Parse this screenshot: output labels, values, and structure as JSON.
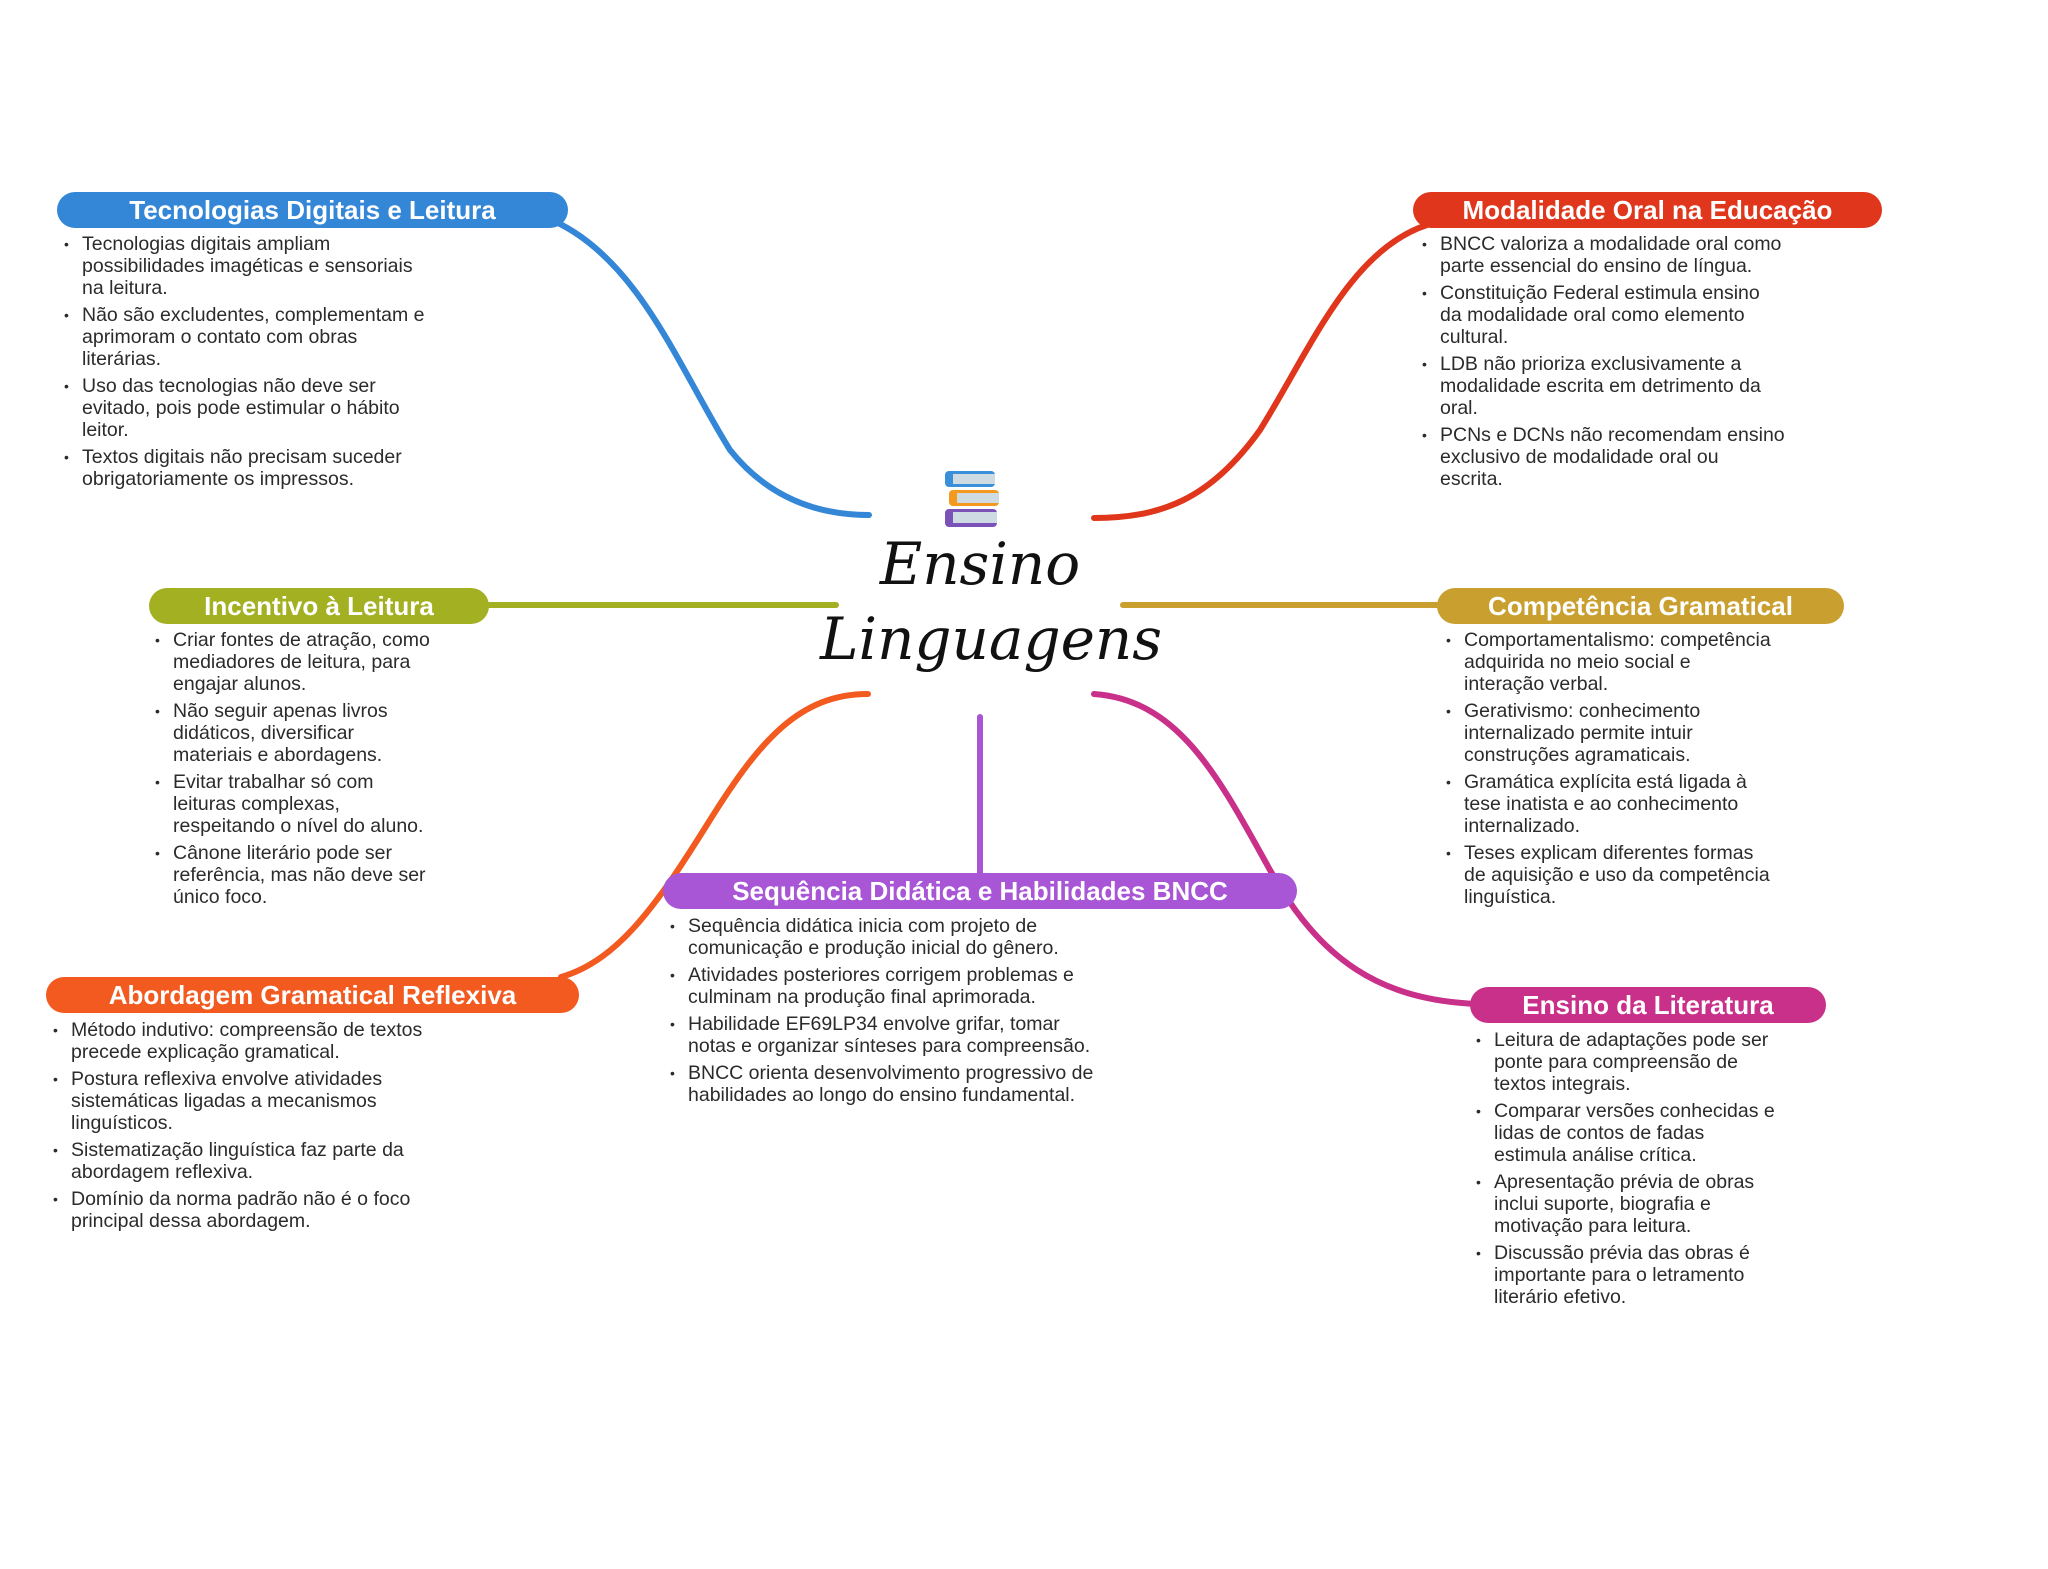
{
  "center": {
    "line1": "Ensino",
    "line2": "Linguagens",
    "icon": "books-icon"
  },
  "colors": {
    "blue": "#3486d6",
    "red": "#e0361c",
    "olive": "#a3b022",
    "gold": "#c9a030",
    "orange": "#f25a1f",
    "purple": "#a855d6",
    "magenta": "#c8308a"
  },
  "branches": {
    "tecnologias": {
      "title": "Tecnologias Digitais e Leitura",
      "items": [
        "Tecnologias digitais ampliam\npossibilidades imagéticas e sensoriais\nna leitura.",
        "Não são excludentes, complementam e\naprimoram o contato com obras\nliterárias.",
        "Uso das tecnologias não deve ser\nevitado, pois pode estimular o hábito\nleitor.",
        "Textos digitais não precisam suceder\nobrigatoriamente os impressos."
      ]
    },
    "modalidade": {
      "title": "Modalidade Oral na Educação",
      "items": [
        "BNCC valoriza a modalidade oral como\nparte essencial do ensino de língua.",
        "Constituição Federal estimula ensino\nda modalidade oral como elemento\ncultural.",
        "LDB não prioriza exclusivamente a\nmodalidade escrita em detrimento da\noral.",
        "PCNs e DCNs não recomendam ensino\nexclusivo de modalidade oral ou\nescrita."
      ]
    },
    "incentivo": {
      "title": "Incentivo à Leitura",
      "items": [
        "Criar fontes de atração, como\nmediadores de leitura, para\nengajar alunos.",
        "Não seguir apenas livros\ndidáticos, diversificar\nmateriais e abordagens.",
        "Evitar trabalhar só com\nleituras complexas,\nrespeitando o nível do aluno.",
        "Cânone literário pode ser\nreferência, mas não deve ser\núnico foco."
      ]
    },
    "competencia": {
      "title": "Competência Gramatical",
      "items": [
        "Comportamentalismo: competência\nadquirida no meio social e\ninteração verbal.",
        "Gerativismo: conhecimento\ninternalizado permite intuir\nconstruções agramaticais.",
        "Gramática explícita está ligada à\ntese inatista e ao conhecimento\ninternalizado.",
        "Teses explicam diferentes formas\nde aquisição e uso da competência\nlinguística."
      ]
    },
    "abordagem": {
      "title": "Abordagem Gramatical Reflexiva",
      "items": [
        "Método indutivo: compreensão de textos\nprecede explicação gramatical.",
        "Postura reflexiva envolve atividades\nsistemáticas ligadas a mecanismos\nlinguísticos.",
        "Sistematização linguística faz parte da\nabordagem reflexiva.",
        "Domínio da norma padrão não é o foco\nprincipal dessa abordagem."
      ]
    },
    "sequencia": {
      "title": "Sequência Didática e Habilidades BNCC",
      "items": [
        "Sequência didática inicia com projeto de\ncomunicação e produção inicial do gênero.",
        "Atividades posteriores corrigem problemas e\nculminam na produção final aprimorada.",
        "Habilidade EF69LP34 envolve grifar, tomar\nnotas e organizar sínteses para compreensão.",
        "BNCC orienta desenvolvimento progressivo de\nhabilidades ao longo do ensino fundamental."
      ]
    },
    "literatura": {
      "title": "Ensino da Literatura",
      "items": [
        "Leitura de adaptações pode ser\nponte para compreensão de\ntextos integrais.",
        "Comparar versões conhecidas e\nlidas de contos de fadas\nestimula análise crítica.",
        "Apresentação prévia de obras\ninclui suporte, biografia e\nmotivação para leitura.",
        "Discussão prévia das obras é\nimportante para o letramento\nliterário efetivo."
      ]
    }
  }
}
